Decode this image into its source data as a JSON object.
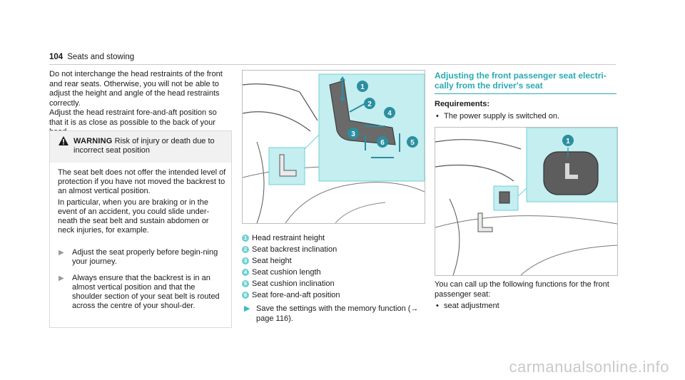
{
  "header": {
    "page_number": "104",
    "section": "Seats and stowing"
  },
  "intro": {
    "p1": "Do not interchange the head restraints of the front and rear seats. Otherwise, you will not be able to adjust the height and angle of the head restraints correctly.",
    "p2": "Adjust the head restraint fore-and-aft position so that it is as close as possible to the back of your head."
  },
  "warning": {
    "label": "WARNING",
    "title": "Risk of injury or death due to incorrect seat position",
    "p1": "The seat belt does not offer the intended level of protection if you have not moved the backrest to an almost vertical position.",
    "p2": "In particular, when you are braking or in the event of an accident, you could slide under-neath the seat belt and sustain abdomen or neck injuries, for example.",
    "steps": [
      "Adjust the seat properly before begin-ning your journey.",
      "Always ensure that the backrest is in an almost vertical position and that the shoulder section of your seat belt is routed across the centre of your shoul-der."
    ]
  },
  "legend": {
    "items": [
      {
        "n": "1",
        "label": "Head restraint height"
      },
      {
        "n": "2",
        "label": "Seat backrest inclination"
      },
      {
        "n": "3",
        "label": "Seat height"
      },
      {
        "n": "4",
        "label": "Seat cushion length"
      },
      {
        "n": "5",
        "label": "Seat cushion inclination"
      },
      {
        "n": "6",
        "label": "Seat fore-and-aft position"
      }
    ],
    "save": "Save the settings with the memory function (→ page 116)."
  },
  "section3": {
    "title": "Adjusting the front passenger seat electri-cally from the driver's seat",
    "requirements_label": "Requirements:",
    "requirement": "The power supply is switched on.",
    "image_callout": "1",
    "text": "You can call up the following functions for the front passenger seat:",
    "bullet": "seat adjustment"
  },
  "footer": {
    "watermark": "carmanualsonline.info"
  },
  "colors": {
    "accent": "#29aab3",
    "callout": "#6fd0d3",
    "highlight": "#c4eef0"
  }
}
